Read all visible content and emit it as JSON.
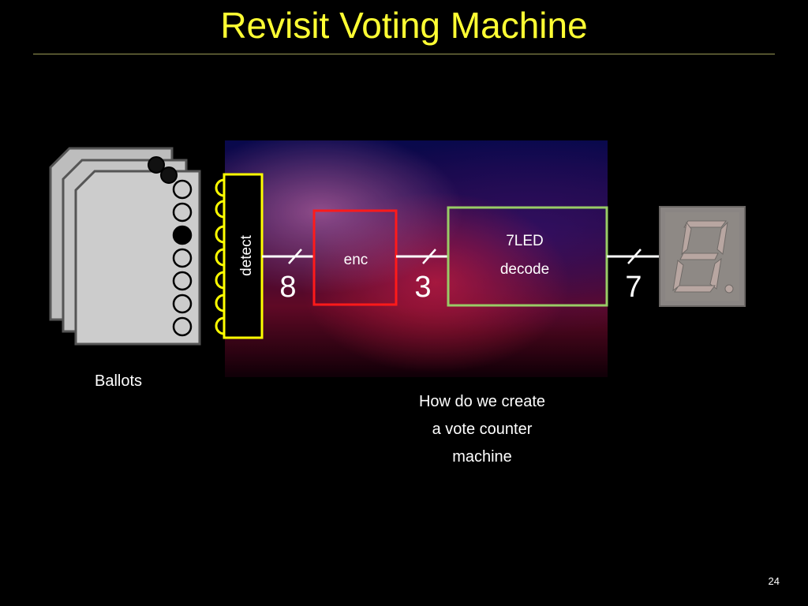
{
  "slide": {
    "title": "Revisit Voting Machine",
    "page_number": "24"
  },
  "diagram": {
    "ballots_label": "Ballots",
    "detect_label": "detect",
    "enc_label": "enc",
    "decode_label_line1": "7LED",
    "decode_label_line2": "decode",
    "bus_widths": {
      "detect_to_enc": "8",
      "enc_to_decode": "3",
      "decode_to_display": "7"
    },
    "question_lines": [
      "How do we create",
      "a vote counter",
      "machine"
    ],
    "colors": {
      "title": "#ffff33",
      "detect_border": "#ffff00",
      "enc_border": "#ff1a1a",
      "decode_border": "#99cc66",
      "ballot_fill": "#cccccc"
    }
  }
}
